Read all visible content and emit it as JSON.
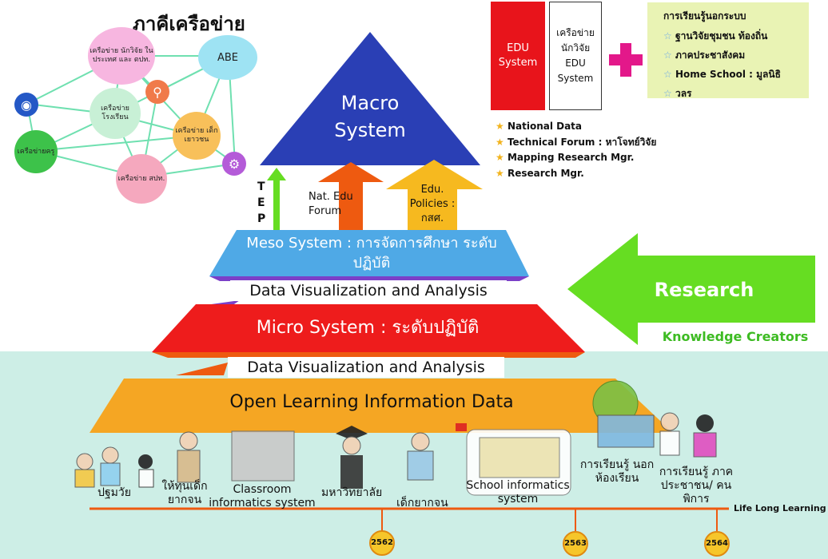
{
  "network": {
    "title": "ภาคีเครือข่าย",
    "nodes": [
      {
        "id": "n_foreign",
        "label": "เครือข่าย นักวิจัย ในประเทศ และ ตปท."
      },
      {
        "id": "n_abe",
        "label": "ABE"
      },
      {
        "id": "n_school",
        "label": "เครือข่าย โรงเรียน"
      },
      {
        "id": "n_youth",
        "label": "เครือข่าย เด็กเยาวชน"
      },
      {
        "id": "n_teacher",
        "label": "เครือข่ายครู"
      },
      {
        "id": "n_spt",
        "label": "เครือข่าย สปท."
      }
    ]
  },
  "top_boxes": {
    "edu_system": "EDU System",
    "network_box": "เครือข่าย นักวิจัย EDU System",
    "plus": "+"
  },
  "nonformal": {
    "title": "การเรียนรู้นอกระบบ",
    "items": [
      "ฐานวิจัยชุมชน ท้องถิ่น",
      "ภาคประชาสังคม",
      "Home School : มูลนิธิ",
      "วลร"
    ]
  },
  "macro_list": [
    "National Data",
    "Technical Forum : หาโจทย์วิจัย",
    "Mapping Research Mgr.",
    "Research Mgr."
  ],
  "pyramid": {
    "macro": "Macro System",
    "meso": "Meso System : การจัดการศึกษา ระดับปฏิบัติ",
    "dva1": "Data Visualization and Analysis",
    "micro": "Micro System : ระดับปฏิบัติ",
    "dva2": "Data Visualization and Analysis",
    "open": "Open Learning Information Data"
  },
  "arrows": {
    "tep": "TEP",
    "nat_forum": "Nat. Edu Forum",
    "edu_policies": "Edu. Policies : กสศ.",
    "research": "Research",
    "knowledge": "Knowledge Creators"
  },
  "timeline": {
    "labels": [
      "ปฐมวัย",
      "ให้ทุนเด็ก ยากจน",
      "Classroom informatics system",
      "มหาวิทยาลัย",
      "เด็กยากจน",
      "School informatics system",
      "การเรียนรู้ นอกห้องเรียน",
      "การเรียนรู้ ภาคประชาชน/ คนพิการ"
    ],
    "line_label": "Life Long Learning",
    "years": [
      "2562",
      "2563",
      "2564"
    ]
  },
  "colors": {
    "macro": "#2a3fb5",
    "meso": "#4fa9e6",
    "micro": "#ee1c1c",
    "open": "#f5a623",
    "green": "#66dd22",
    "orange": "#ee5a10",
    "yellow": "#f6b91f",
    "red_box": "#e8141b",
    "plus": "#e3188a",
    "band": "#cdeee6"
  }
}
